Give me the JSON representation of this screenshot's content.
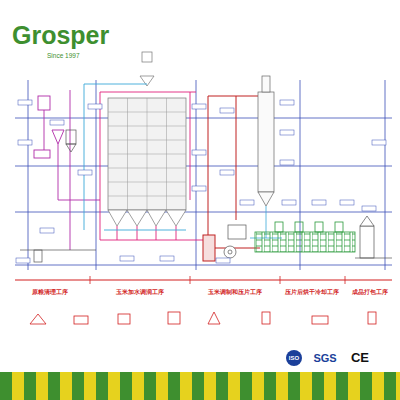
{
  "diagram": {
    "labels": [
      "Grosper",
      "Since 1997",
      "原粮清理工序",
      "玉米加水调润工序",
      "玉米调制和压片工序",
      "压片后烘干冷却工序",
      "成品打包工序",
      "ISO",
      "SGS",
      "CE"
    ]
  }
}
